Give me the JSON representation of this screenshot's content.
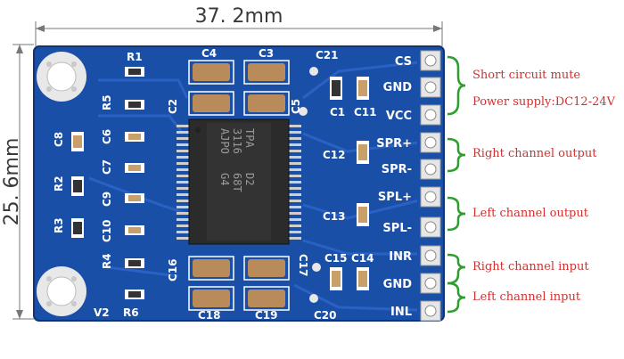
{
  "dimensions": {
    "width": "37. 2mm",
    "height": "25. 6mm"
  },
  "chip": {
    "lines": [
      "TPA",
      "3116",
      "AJPO",
      "D2",
      "68T",
      "G4"
    ]
  },
  "components": {
    "R1": "R1",
    "R5": "R5",
    "C6": "C6",
    "C7": "C7",
    "C8": "C8",
    "C9": "C9",
    "C10": "C10",
    "R2": "R2",
    "R3": "R3",
    "R4": "R4",
    "R6": "R6",
    "V2": "V2",
    "C4": "C4",
    "C3": "C3",
    "C2": "C2",
    "C5": "C5",
    "C21": "C21",
    "C1": "C1",
    "C11": "C11",
    "C12": "C12",
    "C13": "C13",
    "C16": "C16",
    "C17": "C17",
    "C15": "C15",
    "C14": "C14",
    "C18": "C18",
    "C19": "C19",
    "C20": "C20"
  },
  "pins": [
    "CS",
    "GND",
    "VCC",
    "SPR+",
    "SPR-",
    "SPL+",
    "SPL-",
    "INR",
    "GND",
    "INL"
  ],
  "annotations": {
    "short_circuit": "Short circuit mute",
    "power_supply": "Power supply:DC12-24V",
    "right_output": "Right channel output",
    "left_output": "Left channel output",
    "right_input": "Right channel input",
    "left_input": "Left channel input"
  },
  "colors": {
    "pcb": "#1a4fa8",
    "pcb_dark": "#123a86",
    "annotation": "#d32f2f",
    "bracket": "#2e9e2e",
    "silk": "#ffffff"
  }
}
